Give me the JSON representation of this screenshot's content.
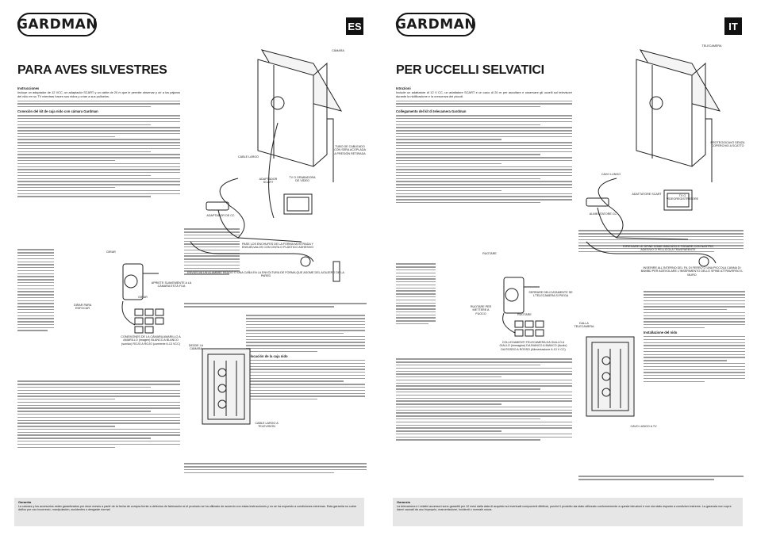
{
  "brand": "GARDMAN",
  "es": {
    "lang": "ES",
    "title": "PARA AVES SILVESTRES",
    "sections": {
      "instrucciones": "Instrucciones",
      "conexion": "Conexión del kit de caja nido con cámara Gardman",
      "colocacion": "Colocación de la caja nido"
    },
    "intro": "Incluye un adaptador de 12 VCC, un adaptador SCART y un cable de 20 m que le permite observar y oír a los pájaros del nido en su TV mientras hacen sus nidos y crían a sus polluelos.",
    "labels": {
      "camara": "CÁMARA",
      "cable_largo": "CABLE LARGO",
      "tubo": "TUBO DE CABLEADO CON SERA ACOPLADA A PRESIÓN RETIRADA",
      "adaptador_scart": "ADAPTADOR SCART",
      "tv": "TV O GRABADORA DE VÍDEO",
      "adaptador_cc": "ADAPTADOR DE CC",
      "pasar": "PASE LOS ENCHUFES DE LA FORMA MOSTRADA Y ENVUÉLVALOS CON CINTA O PLÁSTICO ADHESIVO",
      "envuelva": "ENVUELVA UN ALAMBRE RÍGIDO O UNA CAÑA EN LA ENVOLTURA DE FORMA QUE ASOME DEL AGUJERO DE LA PARED",
      "girar1": "GIRAR",
      "girar2": "GIRAR",
      "girar_enfocar": "GIRAR PARA ENFOCAR",
      "apriete": "APRIETE SUAVEMENTE A LA CÁMARA ESTÁ FIJA",
      "conexiones": "CONEXIONES DE LA CÁMARA AMARILLO A AMARILLO (imagen) BLANCO A BLANCO (sonido) ROJO A ROJO (corriente 6-13 VCC)",
      "desde": "DESDE LA CÁMARA",
      "cable_tv": "CABLE LARGO A TELEVISIÓN"
    },
    "garantia_title": "Garantía",
    "garantia_text": "La cámara y los accesorios están garantizados por doce meses a partir de la fecha de compra frente a defectos de fabricación si el producto se ha utilizado de acuerdo con estas instrucciones y no se ha expuesto a condiciones extremas. Esta garantía no cubre daños por uso incorrecto, manipulación, accidentes o desgaste normal."
  },
  "it": {
    "lang": "IT",
    "title": "PER UCCELLI SELVATICI",
    "sections": {
      "istruzioni": "Istruzioni",
      "collegamento": "Collegamento del kit di telecamera Gardman",
      "installazione": "Installazione del nido"
    },
    "intro": "Include un adattatore di 12 V CC, un adattatore SCART e un cavo di 20 m per ascoltare e osservare gli uccelli sul televisore durante la nidificazione e la crescenza dei piccoli.",
    "labels": {
      "telecamera": "TELECAMERA",
      "cavo_lungo": "CAVO LUNGO",
      "proteggicavo": "PROTEGGICAVO SENZA COPERCHIO A SCATTO",
      "adattatore_scart": "ADATTATORE SCART",
      "tv": "TV O VIDEOREGISTRATORE",
      "alimentatore": "ALIMENTATORE CC",
      "ripiegare": "RIPIEGARE LE SPINE COME INDICATO E FISSARE CON NASTRO ADESIVO O PELLICOLA TRASPARENTE",
      "inserire": "INSERIRE ALL'INTERNO DEL FIL DI FERRO O UNA PICCOLA CANNA DI BAMBÙ PER AGEVOLARE L'INSERIMENTO DELLE SPINE ATTRAVERSO IL MURO",
      "ruotare1": "RUOTARE",
      "ruotare2": "RUOTARE",
      "ruotare_mettere": "RUOTARE PER METTERE A FUOCO",
      "serrare": "SERRARE DELICATAMENTE SE L'TELECAMERA SI PIEGA",
      "collegamenti": "COLLEGAMENTI TELECAMERA DA GIALLO A GIALLO (immagine) DA BIANCO A BIANCO (Audio) DA ROSSO A ROSSO (Alimentazione 6-13 V CC)",
      "dalla": "DALLA TELECAMERA",
      "cavo_tv": "CAVO LUNGO A TV"
    },
    "garantia_title": "Garanzia",
    "garantia_text": "La telecamera e i relativi accessori sono garantiti per 12 mesi dalla data di acquisto sui eventuali componenti difettosi, purché il prodotto sia stato utilizzato conformemente a queste istruzioni e non sia stato esposto a condizioni estreme. La garanzia non copre danni causati da uso improprio, manomissione, incidenti o normale usura."
  }
}
